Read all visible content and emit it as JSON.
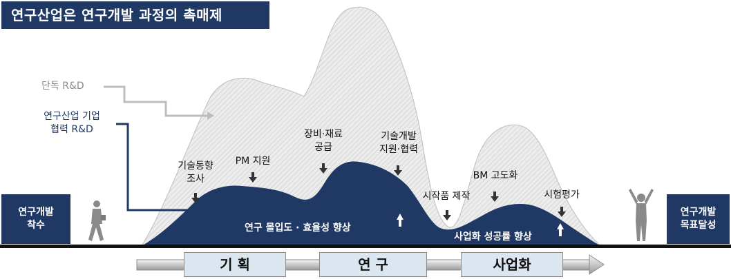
{
  "title": "연구산업은 연구개발 과정의 촉매제",
  "legend": {
    "solo_rd": "단독 R&D",
    "collab_rd": "연구산업 기업\n협력 R&D"
  },
  "start_box": "연구개발\n착수",
  "end_box": "연구개발\n목표달성",
  "steps": {
    "tech_trend": "기술동향\n조사",
    "pm_support": "PM 지원",
    "equipment": "장비·재료\n공급",
    "tech_dev": "기술개발\n지원·협력",
    "prototype": "시작품 제작",
    "bm": "BM 고도화",
    "test_eval": "시험평가"
  },
  "inner_text": {
    "efficiency": "연구 몰입도 · 효율성 향상",
    "success": "사업화 성공률 향상"
  },
  "phases": [
    "기 획",
    "연 구",
    "사업화"
  ],
  "colors": {
    "navy": "#1f3864",
    "gray_mountain": "#e3e3e3",
    "phase_fill": "#dce6f1"
  }
}
